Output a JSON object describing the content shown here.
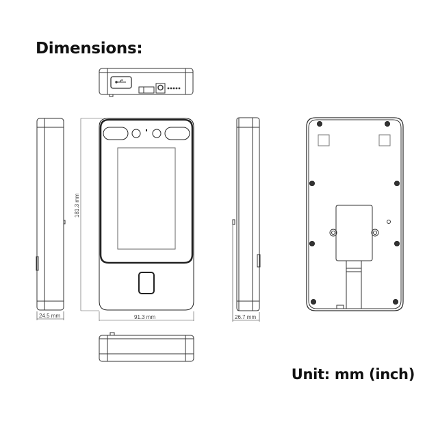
{
  "title": "Dimensions:",
  "unit_label": "Unit: mm (inch)",
  "dimensions": {
    "height": "181.3 mm",
    "width": "91.3 mm",
    "depth_left": "24.5 mm",
    "depth_right": "26.7 mm"
  },
  "views": [
    "top-view",
    "left-side-view",
    "front-view",
    "right-side-view",
    "back-view",
    "bottom-view"
  ],
  "colors": {
    "line": "#222222",
    "thin_line": "#555555",
    "text": "#111111"
  }
}
